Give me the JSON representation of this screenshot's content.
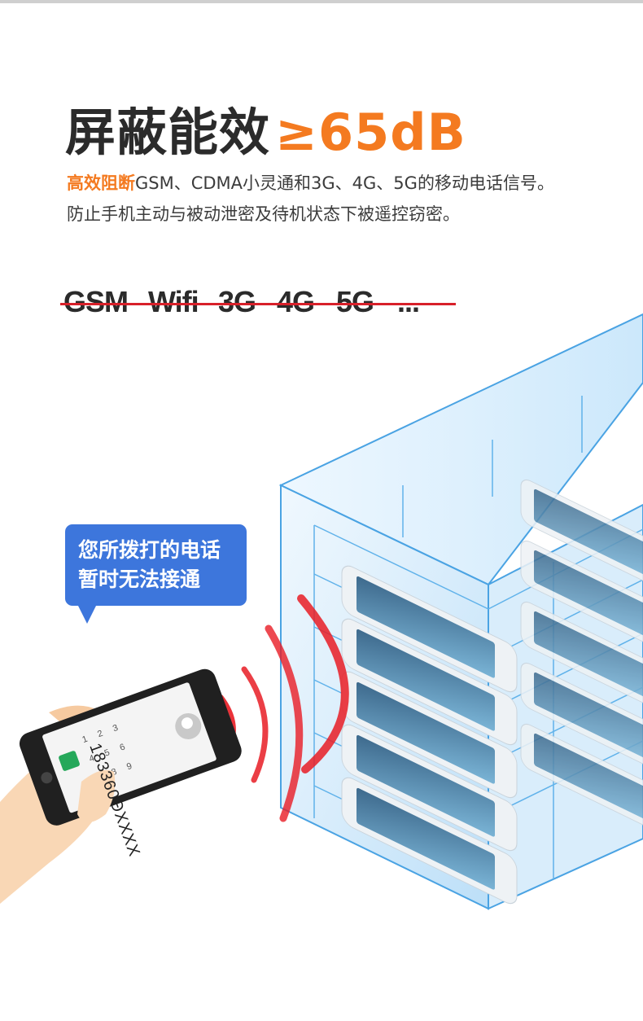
{
  "headline": {
    "text": "屏蔽能效",
    "value": "≥65dB"
  },
  "description": {
    "highlight": "高效阻断",
    "line1_rest": "GSM、CDMA小灵通和3G、4G、5G的移动电话信号。",
    "line2": "防止手机主动与被动泄密及待机状态下被遥控窃密。"
  },
  "bands": [
    "GSM",
    "Wifi",
    "3G",
    "4G",
    "5G",
    "..."
  ],
  "bubble": {
    "line1": "您所拨打的电话",
    "line2": "暂时无法接通"
  },
  "phone": {
    "number": "183360ΘXXXX"
  },
  "colors": {
    "accent": "#f47a20",
    "strike": "#d8202a",
    "bubble": "#3d76dc",
    "cabinet": "#5aa8e6"
  },
  "icons": [
    "hand-icon",
    "smartphone-icon",
    "signal-wave-icon",
    "shield-cabinet-icon"
  ]
}
